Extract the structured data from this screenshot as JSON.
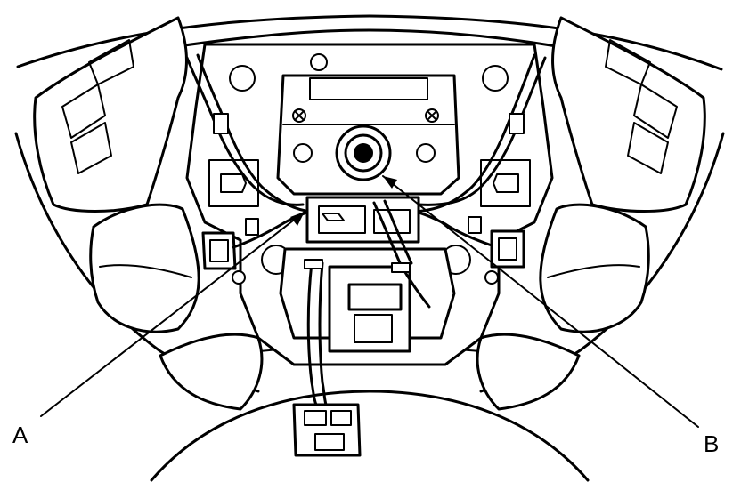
{
  "diagram": {
    "callouts": [
      {
        "id": "a",
        "label": "A"
      },
      {
        "id": "b",
        "label": "B"
      }
    ]
  },
  "colors": {
    "ink": "#000000",
    "paper": "#ffffff"
  },
  "icons": [
    "screw-icon"
  ]
}
